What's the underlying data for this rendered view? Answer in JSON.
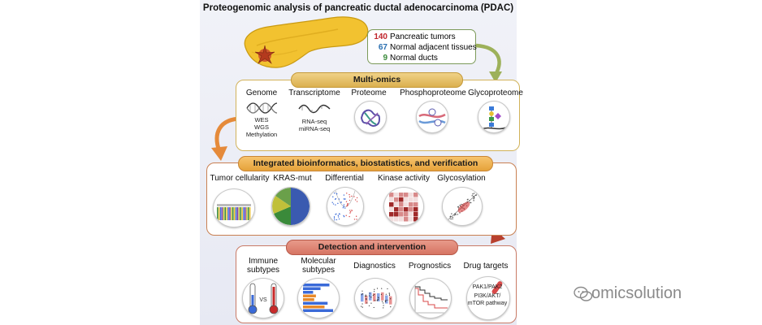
{
  "title": "Proteogenomic analysis of pancreatic ductal adenocarcinoma (PDAC)",
  "samples": [
    {
      "count": "140",
      "label": "Pancreatic tumors",
      "color": "#c0262c"
    },
    {
      "count": "67",
      "label": "Normal adjacent tissues",
      "color": "#2a6fb0"
    },
    {
      "count": "9",
      "label": "Normal ducts",
      "color": "#3a8a3a"
    }
  ],
  "multiomics": {
    "header": "Multi-omics",
    "items": [
      {
        "label": "Genome",
        "sub": "WES\nWGS\nMethylation"
      },
      {
        "label": "Transcriptome",
        "sub": "RNA-seq\nmiRNA-seq"
      },
      {
        "label": "Proteome",
        "sub": ""
      },
      {
        "label": "Phosphoproteome",
        "sub": ""
      },
      {
        "label": "Glycoproteome",
        "sub": ""
      }
    ]
  },
  "integrated": {
    "header": "Integrated bioinformatics, biostatistics, and verification",
    "items": [
      {
        "label": "Tumor cellularity"
      },
      {
        "label": "KRAS-mut"
      },
      {
        "label": "Differential"
      },
      {
        "label": "Kinase activity"
      },
      {
        "label": "Glycosylation"
      }
    ]
  },
  "detection": {
    "header": "Detection and intervention",
    "items": [
      {
        "label": "Immune\nsubtypes"
      },
      {
        "label": "Molecular\nsubtypes"
      },
      {
        "label": "Diagnostics"
      },
      {
        "label": "Prognostics"
      },
      {
        "label": "Drug targets"
      }
    ],
    "vs_label": "VS",
    "drug_target_lines": [
      "PAK1/PAK2",
      "PI3K/AKT/",
      "mTOR pathway"
    ]
  },
  "watermark": "omicsolution",
  "colors": {
    "accent_gold": "#d8ae4f",
    "accent_orange": "#e5a23a",
    "accent_red": "#d67463"
  }
}
